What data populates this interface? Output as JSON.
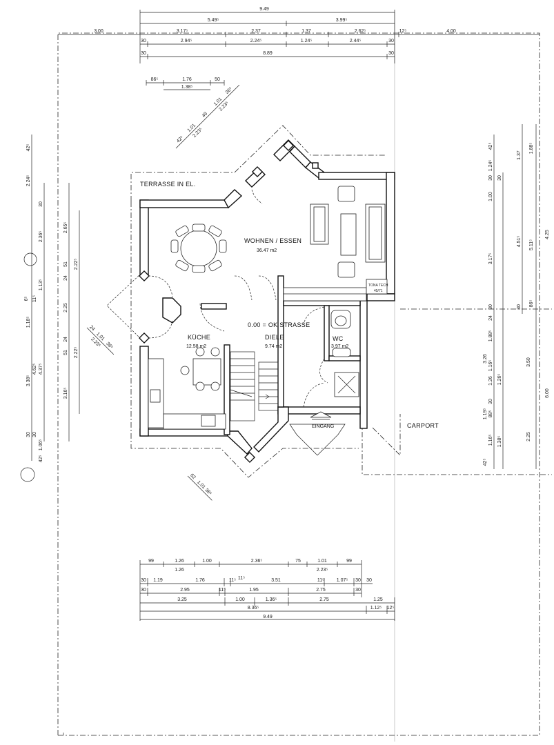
{
  "rooms": {
    "terrasse": "TERRASSE IN EL.",
    "wohnen_name": "WOHNEN / ESSEN",
    "wohnen_area": "36.47 m2",
    "kueche_name": "KÜCHE",
    "kueche_area": "12.58 m2",
    "level": "0.00 = OK STRASSE",
    "diele_name": "DIELE",
    "diele_area": "9.74 m2",
    "wc_name": "WC",
    "wc_area": "3.97 m2",
    "eingang": "EINGANG",
    "carport": "CARPORT",
    "tv_label_1": "TONA TECH",
    "tv_label_2": "45/71"
  },
  "dims_top": {
    "r1": "9.49",
    "r2_a": "5.49⁵",
    "r2_b": "3.99⁵",
    "r3_left": "3.00",
    "r3_a": "3.17⁵",
    "r3_b": "2.37",
    "r3_c": "1.37",
    "r3_d": "2.62⁵",
    "r3_e": "12⁵",
    "r3_right": "4.00",
    "r4_a": "30",
    "r4_b": "2.94⁵",
    "r4_c": "2.24⁵",
    "r4_d": "1.24⁵",
    "r4_e": "2.44⁵",
    "r4_f": "30",
    "r5_a": "30",
    "r5_b": "8.89",
    "r5_c": "30",
    "t_a": "86⁵",
    "t_b": "1.76",
    "t_c": "50",
    "t_d": "1.38⁵",
    "diag_a": "42⁵",
    "diag_b": "1.01",
    "diag_c": "2.23⁵",
    "diag_d": "49",
    "diag_e": "1.01",
    "diag_f": "2.23⁵",
    "diag_g": "36⁵"
  },
  "dims_bottom": {
    "r1_a": "99",
    "r1_b": "1.26",
    "r1_c": "1.00",
    "r1_d": "2.36⁵",
    "r1_e": "75",
    "r1_f": "1.01",
    "r1_g": "99",
    "r1_h": "1.26",
    "r1_i": "2.23⁵",
    "r2_a": "30",
    "r2_b": "1.19",
    "r2_c": "1.76",
    "r2_d": "11⁵",
    "r2_e": "11⁵",
    "r2_f": "3.51",
    "r2_g": "11⁵",
    "r2_h": "1.07⁵",
    "r2_i": "30",
    "r2_j": "30",
    "r3_a": "30",
    "r3_b": "2.95",
    "r3_c": "11⁵",
    "r3_d": "1.95",
    "r3_e": "2.75",
    "r3_f": "30",
    "r4_a": "3.25",
    "r4_b": "1.00",
    "r4_c": "1.36⁵",
    "r4_d": "2.75",
    "r4_e": "1.25",
    "r5_a": "8.36⁵",
    "r5_b": "1.12⁵",
    "r5_c": "12⁵",
    "r6": "9.49"
  },
  "dims_left": {
    "a": "42⁵",
    "b": "2.24⁵",
    "c": "30",
    "d": "2.36⁵",
    "e": "2.65⁵",
    "f": "51",
    "g": "2.22⁵",
    "h": "24",
    "i": "1.13⁵",
    "j": "6⁵",
    "k": "11⁵",
    "l": "2.25",
    "m": "1.18⁵",
    "n": "24",
    "o": "51",
    "p": "2.22⁵",
    "q": "3.38⁵",
    "r": "4.62⁵",
    "s": "4.37⁵",
    "t": "3.16⁵",
    "u": "30",
    "v": "30",
    "w": "1.06⁵",
    "x": "42⁵",
    "y": "24",
    "z": "1.01",
    "aa": "2.23⁵",
    "ab": "36⁵",
    "ac": "62",
    "ad": "1.01",
    "ae": "36⁵"
  },
  "dims_right": {
    "a": "42⁵",
    "b": "1.24⁵",
    "c": "30",
    "d": "1.00",
    "e": "3.17⁵",
    "f": "30",
    "g": "24",
    "h": "1.88⁵",
    "i": "1.16⁵",
    "j": "1.26",
    "k": "30",
    "l": "88⁵",
    "m": "1.16⁵",
    "n": "1.26⁵",
    "o": "1.38⁵",
    "p": "1.19⁵",
    "q": "42⁵",
    "r": "30",
    "s": "3.26",
    "t": "1.37",
    "u": "4.51⁵",
    "v": "5.11⁵",
    "w": "30",
    "x": "1.88⁵",
    "y": "86⁵",
    "z": "4.25",
    "aa": "3.50",
    "ab": "6.00",
    "ac": "2.25"
  }
}
